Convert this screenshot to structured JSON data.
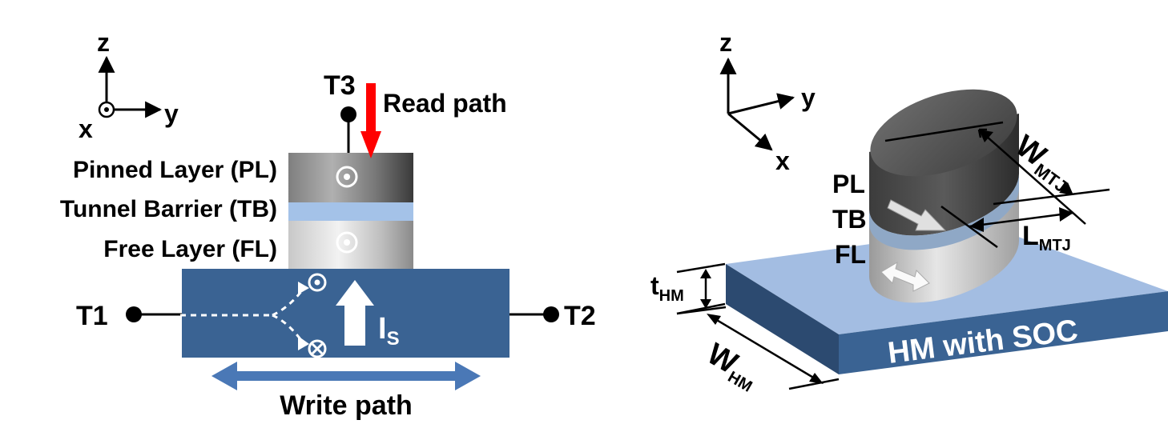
{
  "left_panel": {
    "axes": {
      "z": "z",
      "y": "y",
      "x": "x"
    },
    "terminals": {
      "t1": "T1",
      "t2": "T2",
      "t3": "T3"
    },
    "read_path_label": "Read path",
    "write_path_label": "Write path",
    "layers": {
      "pinned": "Pinned Layer (PL)",
      "tunnel": "Tunnel Barrier (TB)",
      "free": "Free Layer (FL)"
    },
    "current_label": "I",
    "current_subscript": "S"
  },
  "right_panel": {
    "axes": {
      "z": "z",
      "y": "y",
      "x": "x"
    },
    "layer_labels": {
      "pl": "PL",
      "tb": "TB",
      "fl": "FL"
    },
    "w_mtj": {
      "main": "W",
      "sub": "MTJ"
    },
    "l_mtj": {
      "main": "L",
      "sub": "MTJ"
    },
    "t_hm": {
      "main": "t",
      "sub": "HM"
    },
    "w_hm": {
      "main": "W",
      "sub": "HM"
    },
    "hm_label": "HM with SOC"
  },
  "colors": {
    "hm_blue": "#3a6393",
    "tunnel_blue": "#a4c2e8",
    "read_arrow": "#ff0000",
    "write_arrow": "#4a78b6",
    "slab_top": "#a3bde2",
    "slab_front": "#3a6393",
    "slab_left": "#2c4a70"
  }
}
